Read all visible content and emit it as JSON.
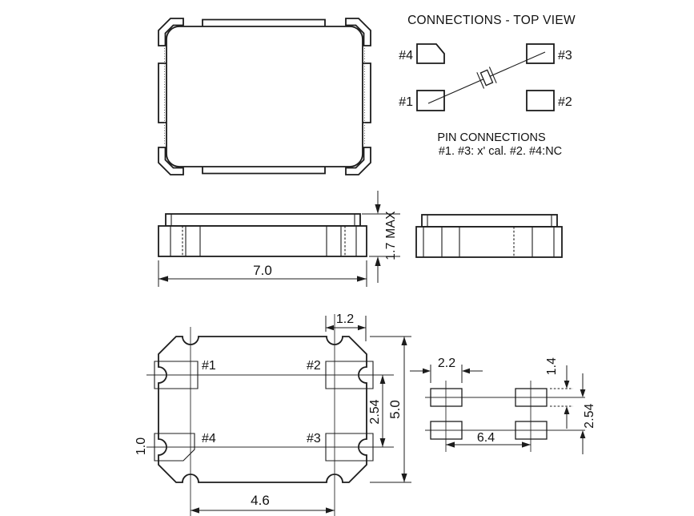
{
  "views": {
    "connections": {
      "title": "CONNECTIONS - TOP VIEW",
      "pads": {
        "p1": "#1",
        "p2": "#2",
        "p3": "#3",
        "p4": "#4"
      },
      "notes_heading": "PIN CONNECTIONS",
      "notes_line": "#1. #3: x' cal. #2. #4:NC"
    },
    "front_view": {
      "body_width_dim": "7.0",
      "body_height_dim": "1.7 MAX"
    },
    "bottom_view": {
      "pads": {
        "p1": "#1",
        "p2": "#2",
        "p3": "#3",
        "p4": "#4"
      },
      "dims": {
        "castellation_width": "1.2",
        "body_depth": "5.0",
        "pad_row_pitch": "2.54",
        "pad_span": "4.6",
        "pad_height": "1.0"
      }
    },
    "land_pattern": {
      "dims": {
        "pad_width": "2.2",
        "pad_height": "1.4",
        "row_pitch": "2.54",
        "column_span": "6.4"
      }
    }
  },
  "colors": {
    "line": "#1c1c1c",
    "text": "#111111",
    "background": "#ffffff"
  }
}
